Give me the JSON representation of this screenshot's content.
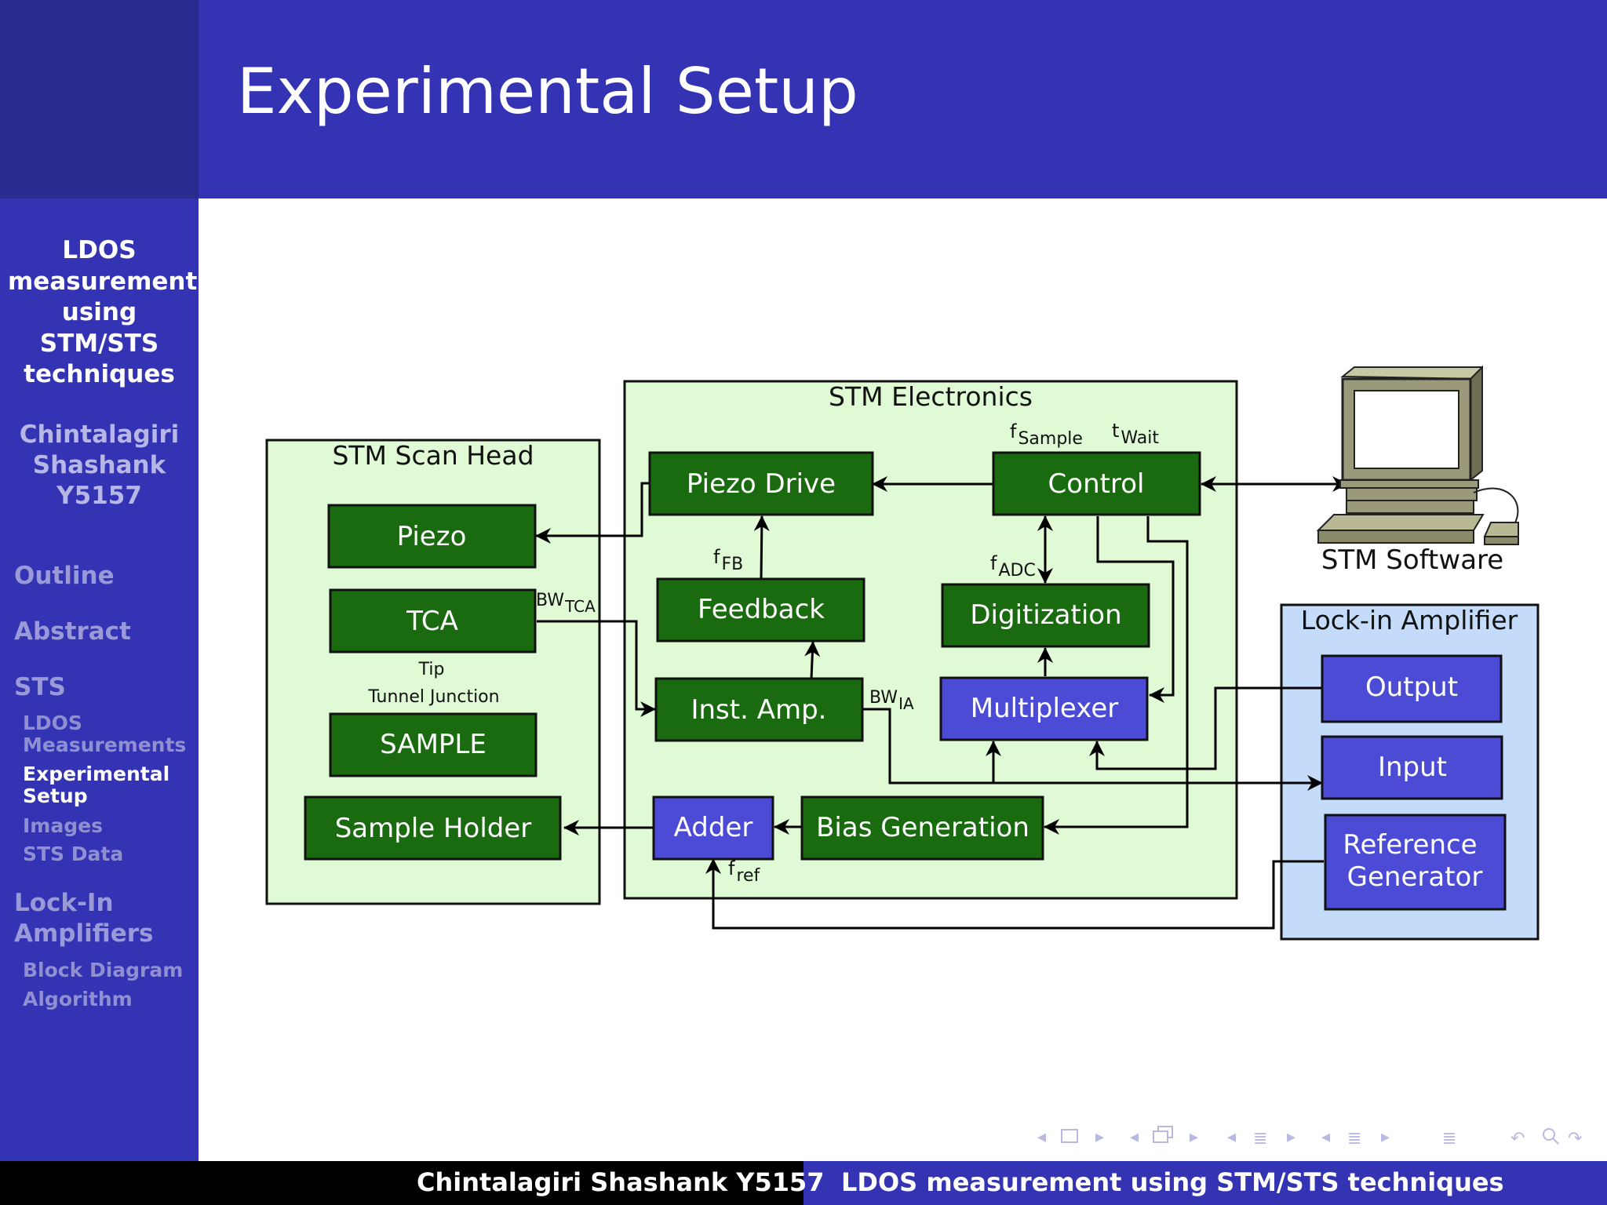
{
  "header": {
    "title": "Experimental Setup"
  },
  "sidebar": {
    "talk_title": [
      "LDOS",
      "measurement",
      "using",
      "STM/STS",
      "techniques"
    ],
    "author": [
      "Chintalagiri",
      "Shashank",
      "Y5157"
    ],
    "sections": [
      {
        "label": "Outline"
      },
      {
        "label": "Abstract"
      },
      {
        "label": "STS"
      },
      {
        "label": "LDOS",
        "label2": "Measurements"
      },
      {
        "label": "Experimental",
        "label2": "Setup"
      },
      {
        "label": "Images"
      },
      {
        "label": "STS Data"
      },
      {
        "label": "Lock-In",
        "label2": "Amplifiers"
      },
      {
        "label": "Block Diagram"
      },
      {
        "label": "Algorithm"
      }
    ]
  },
  "diagram": {
    "groups": {
      "scan_head": "STM Scan Head",
      "electronics": "STM Electronics",
      "lockin": "Lock-in Amplifier",
      "software": "STM Software"
    },
    "blocks": {
      "piezo": "Piezo",
      "tca": "TCA",
      "sample": "SAMPLE",
      "sample_holder": "Sample Holder",
      "piezo_drive": "Piezo Drive",
      "control": "Control",
      "feedback": "Feedback",
      "digitization": "Digitization",
      "inst_amp": "Inst. Amp.",
      "multiplexer": "Multiplexer",
      "adder": "Adder",
      "bias_generation": "Bias Generation",
      "output": "Output",
      "input": "Input",
      "reference_generator": [
        "Reference",
        "Generator"
      ]
    },
    "labels": {
      "tip_junction": [
        "Tip",
        "Tunnel Junction"
      ],
      "f_sample": {
        "base": "f",
        "sub": "Sample"
      },
      "t_wait": {
        "base": "t",
        "sub": "Wait"
      },
      "f_fb": {
        "base": "f",
        "sub": "FB"
      },
      "f_adc": {
        "base": "f",
        "sub": "ADC"
      },
      "bw_tca": {
        "base": "BW",
        "sub": "TCA"
      },
      "bw_ia": {
        "base": "BW",
        "sub": "IA"
      },
      "f_ref": {
        "base": "f",
        "sub": "ref"
      }
    }
  },
  "footer": {
    "author": "Chintalagiri Shashank  Y5157",
    "title": "LDOS measurement using STM/STS techniques"
  },
  "nav_icons": [
    "nav-prev-frame-icon",
    "nav-frame-icon",
    "nav-next-frame-icon",
    "nav-prev-slide-icon",
    "nav-slide-icon",
    "nav-next-slide-icon",
    "nav-prev-section-icon",
    "nav-section-icon",
    "nav-next-section-icon",
    "nav-prev-subsection-icon",
    "nav-subsection-icon",
    "nav-next-subsection-icon",
    "nav-toc-icon",
    "nav-back-icon",
    "nav-search-icon",
    "nav-forward-icon"
  ]
}
